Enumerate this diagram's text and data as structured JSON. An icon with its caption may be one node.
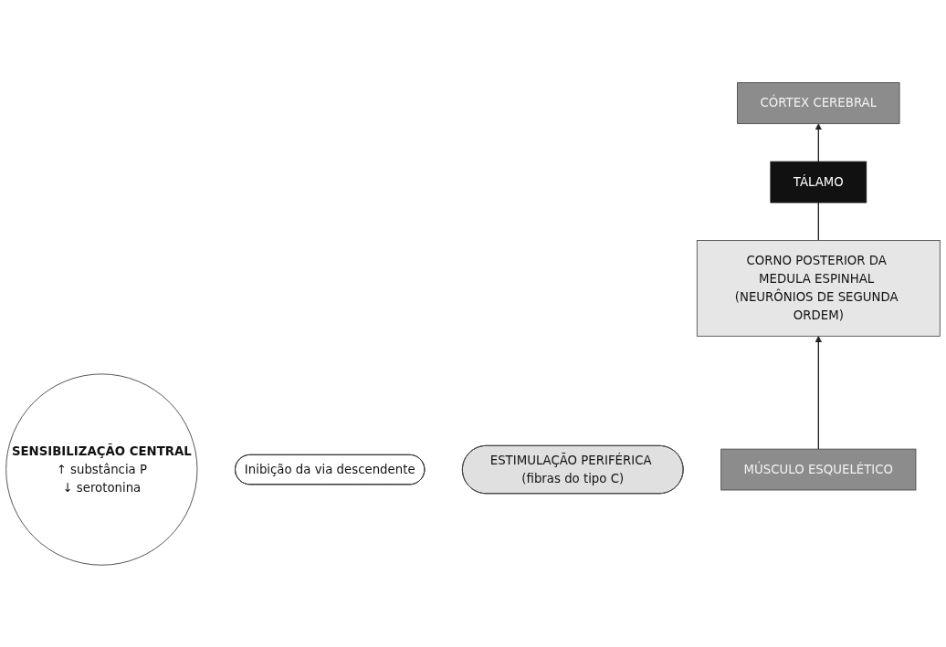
{
  "diagram": {
    "nodes": [
      {
        "text": [
          "SENSIBILIZAÇÃO CENTRAL",
          "↑ substância P",
          "↓ serotonina"
        ]
      },
      {
        "text": [
          "CÓRTEX CEREBRAL"
        ]
      },
      {
        "text": [
          "TÁLAMO"
        ]
      },
      {
        "text": [
          "Inibição da via descendente"
        ]
      },
      {
        "text": [
          "CORNO POSTERIOR DA MEDULA ESPINHAL (NEURÔNIOS DE SEGUNDA ORDEM)"
        ]
      },
      {
        "text": [
          "ESTIMULAÇÃO PERIFÉRICA (fibras do tipo C)"
        ]
      },
      {
        "text": [
          "MÚSCULO ESQUELÉTICO"
        ]
      }
    ],
    "edges": [
      {
        "from": 6,
        "to": 4,
        "arrow": "to"
      },
      {
        "from": 4,
        "to": 2,
        "arrow": "none"
      },
      {
        "from": 2,
        "to": 1,
        "arrow": "to"
      }
    ]
  }
}
